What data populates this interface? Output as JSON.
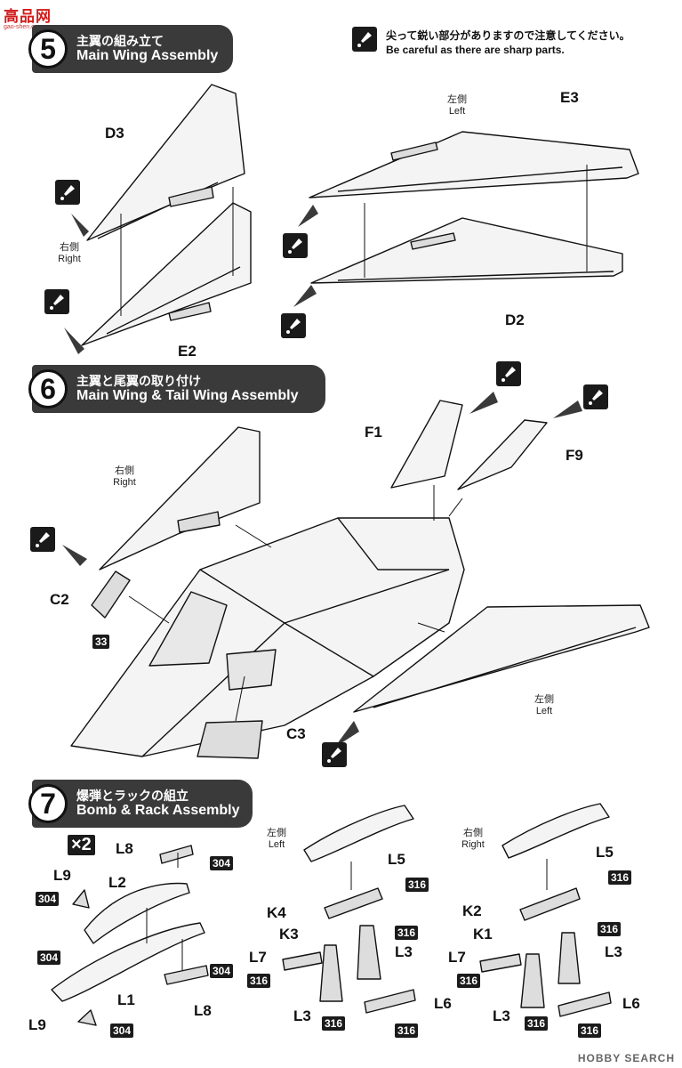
{
  "watermark": {
    "main": "高品网",
    "sub": "gao-shen.com"
  },
  "warning": {
    "jp": "尖って鋭い部分がありますので注意してください。",
    "en": "Be careful as there are sharp parts."
  },
  "steps": [
    {
      "number": "5",
      "jp": "主翼の組み立て",
      "en": "Main Wing Assembly"
    },
    {
      "number": "6",
      "jp": "主翼と尾翼の取り付け",
      "en": "Main Wing & Tail Wing Assembly"
    },
    {
      "number": "7",
      "jp": "爆弾とラックの組立",
      "en": "Bomb & Rack Assembly"
    }
  ],
  "step5": {
    "labels": {
      "d3": "D3",
      "e2": "E2",
      "e3": "E3",
      "d2": "D2"
    },
    "right_side": {
      "jp": "右側",
      "en": "Right"
    },
    "left_side": {
      "jp": "左側",
      "en": "Left"
    }
  },
  "step6": {
    "labels": {
      "f1": "F1",
      "f9": "F9",
      "c2": "C2",
      "c3": "C3"
    },
    "decal": "33",
    "right_side": {
      "jp": "右側",
      "en": "Right"
    },
    "left_side": {
      "jp": "左側",
      "en": "Left"
    }
  },
  "step7": {
    "multiplier": "×2",
    "left_group": {
      "labels": {
        "l8a": "L8",
        "l9a": "L9",
        "l2": "L2",
        "l1": "L1",
        "l8b": "L8",
        "l9b": "L9"
      },
      "paint": {
        "p1": "304",
        "p2": "304",
        "p3": "304",
        "p4": "304",
        "p5": "304"
      }
    },
    "mid_group": {
      "side": {
        "jp": "左側",
        "en": "Left"
      },
      "labels": {
        "l5": "L5",
        "k4": "K4",
        "k3": "K3",
        "l7": "L7",
        "l3a": "L3",
        "l3b": "L3",
        "l6": "L6"
      },
      "paint": {
        "p1": "316",
        "p2": "316",
        "p3": "316",
        "p4": "316",
        "p5": "316"
      }
    },
    "right_group": {
      "side": {
        "jp": "右側",
        "en": "Right"
      },
      "labels": {
        "l5": "L5",
        "k2": "K2",
        "k1": "K1",
        "l7": "L7",
        "l3a": "L3",
        "l3b": "L3",
        "l6": "L6"
      },
      "paint": {
        "p1": "316",
        "p2": "316",
        "p3": "316",
        "p4": "316",
        "p5": "316"
      }
    }
  },
  "footer": {
    "brand": "HOBBY SEARCH"
  }
}
